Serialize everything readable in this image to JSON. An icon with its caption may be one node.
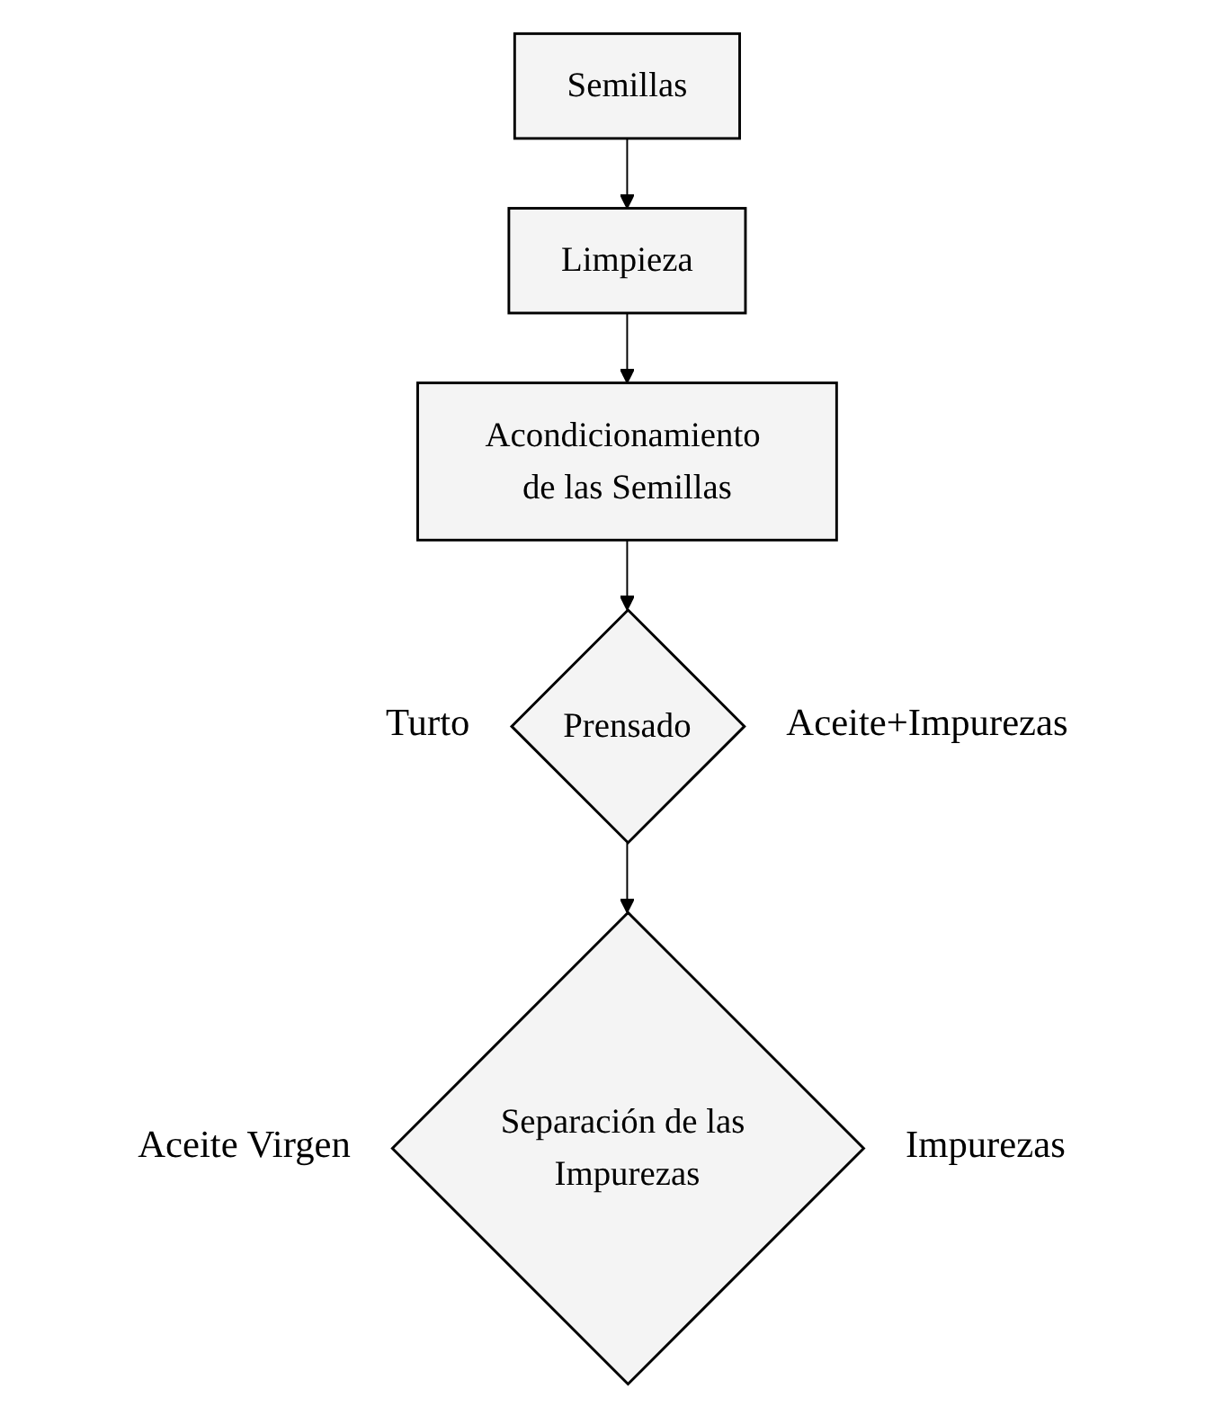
{
  "diagram": {
    "nodes": [
      {
        "text": [
          "Semillas"
        ]
      },
      {
        "text": [
          "Limpieza"
        ]
      },
      {
        "text": [
          "Acondicionamiento de las Semillas"
        ]
      },
      {
        "text": [
          "Prensado"
        ],
        "beside": [
          "Turto",
          "Aceite+Impurezas"
        ]
      },
      {
        "text": [
          "Separación de las Impurezas"
        ],
        "beside": [
          "Aceite Virgen",
          "Impurezas"
        ]
      }
    ],
    "edges": [
      {
        "from": 0,
        "to": 1,
        "arrow": "to"
      },
      {
        "from": 1,
        "to": 2,
        "arrow": "to"
      },
      {
        "from": 2,
        "to": 3,
        "arrow": "to"
      },
      {
        "from": 3,
        "to": 4,
        "arrow": "to"
      }
    ]
  }
}
